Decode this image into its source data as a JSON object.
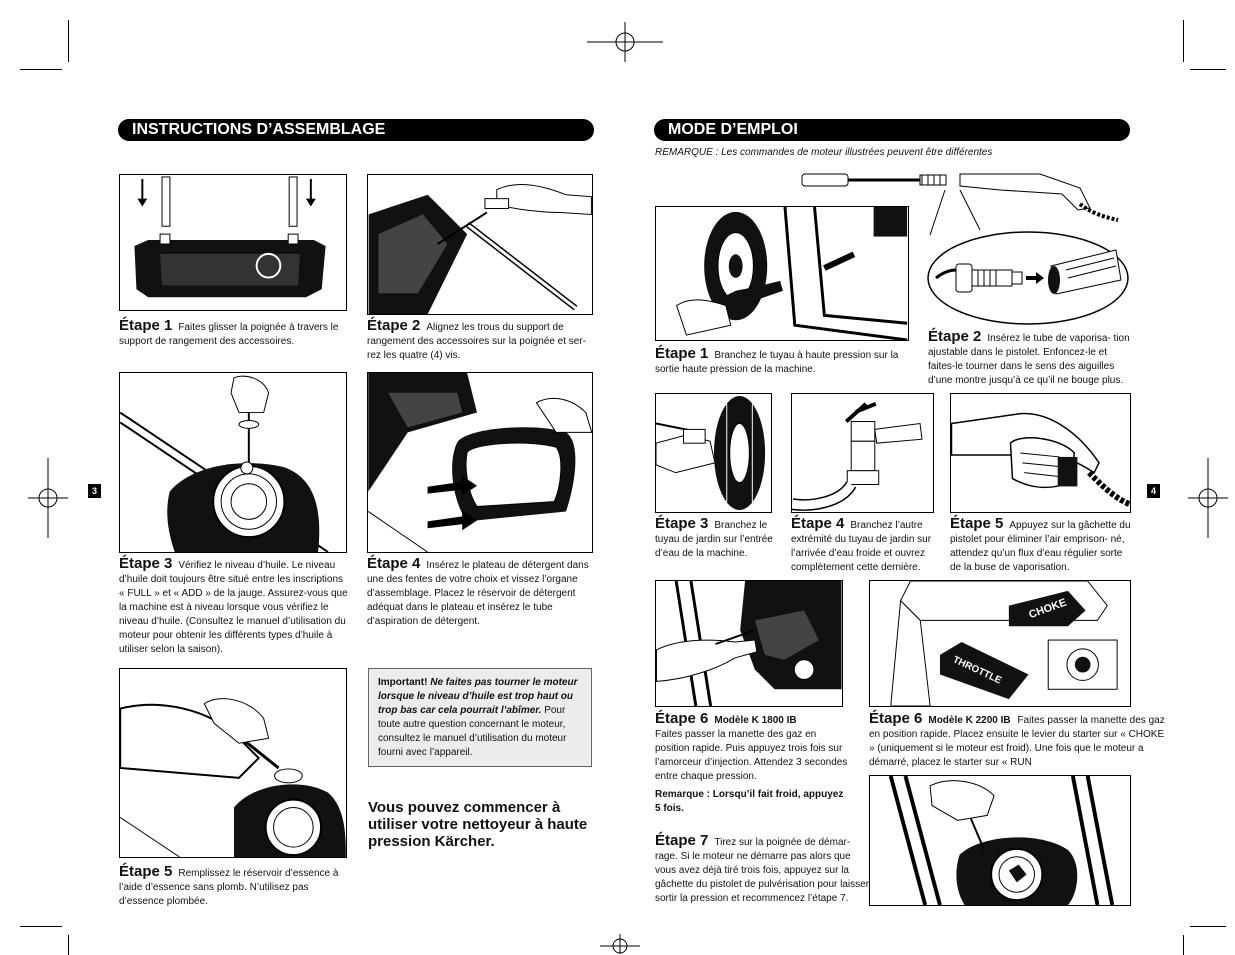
{
  "left_page": {
    "header": "INSTRUCTIONS D’ASSEMBLAGE",
    "page_number": "3",
    "steps": [
      {
        "label": "Étape 1",
        "text": "Faites glisser la poignée à travers le support de rangement des accessoires."
      },
      {
        "label": "Étape 2",
        "text": "Alignez les trous du support de rangement des accessoires sur la poignée et ser- rez les quatre (4) vis."
      },
      {
        "label": "Étape 3",
        "text": "Vérifiez le niveau d’huile. Le niveau d’huile doit toujours être situé entre les inscriptions « FULL » et « ADD » de la jauge. Assurez-vous que la machine est à niveau lorsque vous vérifiez le niveau d’huile. (Consultez le manuel d’utilisation du moteur pour obtenir les différents types d’huile à utiliser selon la saison)."
      },
      {
        "label": "Étape 4",
        "text": "Insérez le plateau de détergent dans une des fentes de votre choix et vissez l’organe d’assemblage. Placez le réservoir de détergent adéquat dans le plateau et insérez le tube d’aspiration de détergent."
      },
      {
        "label": "Étape 5",
        "text": "Remplissez le réservoir d’essence à l’aide d’essence sans plomb. N’utilisez pas d’essence plombée."
      }
    ],
    "important": {
      "lead": "Important!",
      "emphasis": "Ne faites pas tourner le moteur lorsque le niveau d’huile est trop haut ou trop bas car cela pourrait l’abîmer.",
      "rest": "Pour toute autre question concernant le moteur, consultez le manuel d’utilisation du moteur fourni avec l’appareil."
    },
    "ready_text": "Vous pouvez commencer à utiliser votre nettoyeur à haute pression Kärcher."
  },
  "right_page": {
    "header": "MODE D’EMPLOI",
    "page_number": "4",
    "note": "REMARQUE : Les commandes de moteur illustrées peuvent être différentes",
    "steps": [
      {
        "label": "Étape 1",
        "text": "Branchez le tuyau à haute pression sur la sortie haute pression de la machine."
      },
      {
        "label": "Étape 2",
        "text": "Insérez le tube de vaporisa- tion ajustable dans le pistolet. Enfoncez-le et faites-le tourner dans le sens des aiguilles d’une montre jusqu’à ce qu’il ne bouge plus."
      },
      {
        "label": "Étape 3",
        "text": "Branchez le tuyau de jardin sur l’entrée d’eau de la machine."
      },
      {
        "label": "Étape 4",
        "text": "Branchez l’autre extrémité du tuyau de jardin sur l’arrivée d’eau froide et ouvrez complètement cette dernière."
      },
      {
        "label": "Étape 5",
        "text": "Appuyez sur la gâchette du pistolet pour éliminer l’air emprison- né, attendez qu’un flux d’eau régulier sorte de la buse de vaporisation."
      },
      {
        "label": "Étape 6",
        "model": "Modèle K 1800 IB",
        "text": "Faites passer la manette des gaz en position rapide. Puis appuyez trois fois sur l’amorceur d’injection. Attendez 3 secondes entre chaque pression.",
        "remark": "Remarque : Lorsqu’il fait froid, appuyez 5 fois."
      },
      {
        "label": "Étape 6",
        "model": "Modèle K 2200 IB",
        "text": "Faites passer la manette des gaz en position rapide. Placez ensuite le levier du starter sur « CHOKE » (uniquement si le moteur est froid). Une fois que le moteur a démarré, placez le starter sur « RUN"
      },
      {
        "label": "Étape 7",
        "text": "Tirez sur la poignée de démar- rage. Si le moteur ne démarre pas alors que vous avez déjà tiré trois fois, appuyez sur la gâchette du pistolet de pulvérisation pour laisser sortir la pression et recommencez l’étape 7."
      }
    ],
    "figure_labels": {
      "choke": "CHOKE",
      "throttle": "THROTTLE"
    }
  }
}
